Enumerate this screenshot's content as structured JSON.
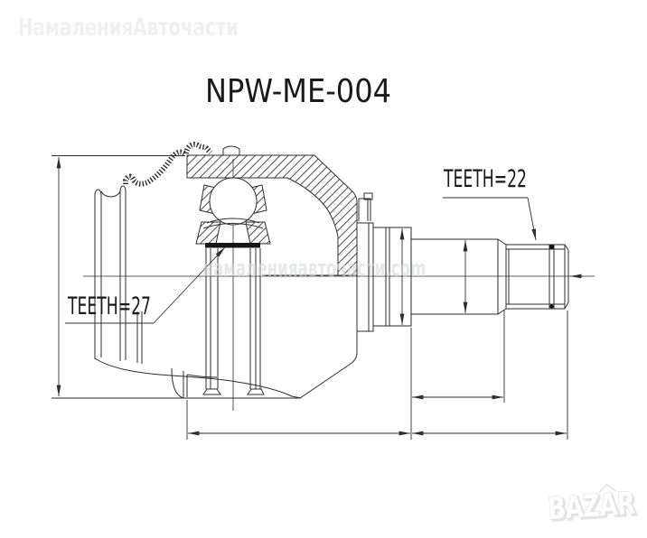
{
  "page": {
    "background": "#ffffff"
  },
  "title": {
    "text": "NPW-ME-004"
  },
  "watermarks": {
    "top_left": "НамаленияАвточасти",
    "center": "намаленияавточасти.com",
    "bottom_right_logo": "BAZAR"
  },
  "drawing": {
    "type": "cv-joint-outer-technical-drawing",
    "labels": {
      "inner_spline": "TEETH=27",
      "outer_spline": "TEETH=22"
    },
    "colors": {
      "line": "#2e2e2e",
      "spline_band": "#161616",
      "watermark_top_left": "#eef0f5",
      "watermark_center": "#d7dae0",
      "logo_fill": "#ffffff",
      "logo_outline": "#d9dade"
    }
  }
}
